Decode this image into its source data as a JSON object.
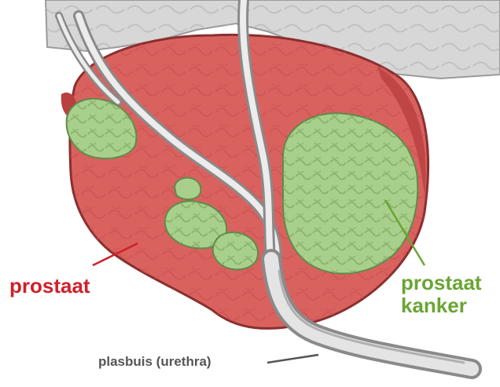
{
  "labels": {
    "prostate": "prostaat",
    "cancer_line1": "prostaat",
    "cancer_line2": "kanker",
    "urethra": "plasbuis (urethra)"
  },
  "colors": {
    "prostate_label": "#d0202a",
    "cancer_label": "#6aa534",
    "urethra_label": "#555555",
    "prostate_tissue": "#d9625f",
    "tumor": "#a9cf8c",
    "bladder": "#d7d7d7"
  },
  "icons": {
    "prostate_gland": "prostate-gland-illustration",
    "tumor": "tumor-illustration",
    "urethra": "urethra-tube-illustration"
  }
}
